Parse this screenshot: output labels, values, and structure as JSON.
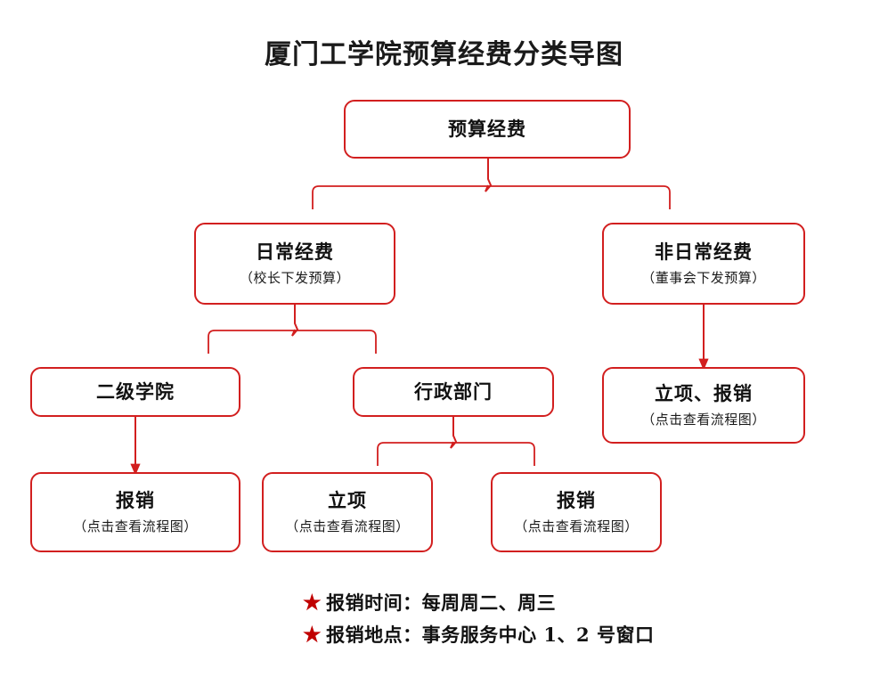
{
  "title": "厦门工学院预算经费分类导图",
  "accent_color": "#d21f1f",
  "star_color": "#c00000",
  "nodes": {
    "root": {
      "main": "预算经费",
      "sub": ""
    },
    "daily": {
      "main": "日常经费",
      "sub": "（校长下发预算）"
    },
    "non_daily": {
      "main": "非日常经费",
      "sub": "（董事会下发预算）"
    },
    "college": {
      "main": "二级学院",
      "sub": ""
    },
    "admin": {
      "main": "行政部门",
      "sub": ""
    },
    "non_daily_action": {
      "main": "立项、报销",
      "sub": "（点击查看流程图）"
    },
    "college_reimburse": {
      "main": "报销",
      "sub": "（点击查看流程图）"
    },
    "admin_project": {
      "main": "立项",
      "sub": "（点击查看流程图）"
    },
    "admin_reimburse": {
      "main": "报销",
      "sub": "（点击查看流程图）"
    }
  },
  "notes": [
    {
      "star": "★",
      "text": "报销时间：每周周二、周三"
    },
    {
      "star": "★",
      "text": "报销地点：事务服务中心 1、2 号窗口"
    }
  ],
  "chart_data": {
    "type": "diagram",
    "diagram_kind": "tree",
    "title": "厦门工学院预算经费分类导图",
    "levels": [
      [
        "预算经费"
      ],
      [
        "日常经费",
        "非日常经费"
      ],
      [
        "二级学院",
        "行政部门",
        "立项、报销"
      ],
      [
        "报销",
        "立项",
        "报销"
      ]
    ],
    "edges": [
      {
        "from": "预算经费",
        "to": "日常经费",
        "style": "brace"
      },
      {
        "from": "预算经费",
        "to": "非日常经费",
        "style": "brace"
      },
      {
        "from": "日常经费",
        "to": "二级学院",
        "style": "brace"
      },
      {
        "from": "日常经费",
        "to": "行政部门",
        "style": "brace"
      },
      {
        "from": "非日常经费",
        "to": "立项、报销",
        "style": "arrow"
      },
      {
        "from": "二级学院",
        "to": "报销",
        "style": "arrow"
      },
      {
        "from": "行政部门",
        "to": "立项",
        "style": "brace"
      },
      {
        "from": "行政部门",
        "to": "报销",
        "style": "brace"
      }
    ]
  }
}
